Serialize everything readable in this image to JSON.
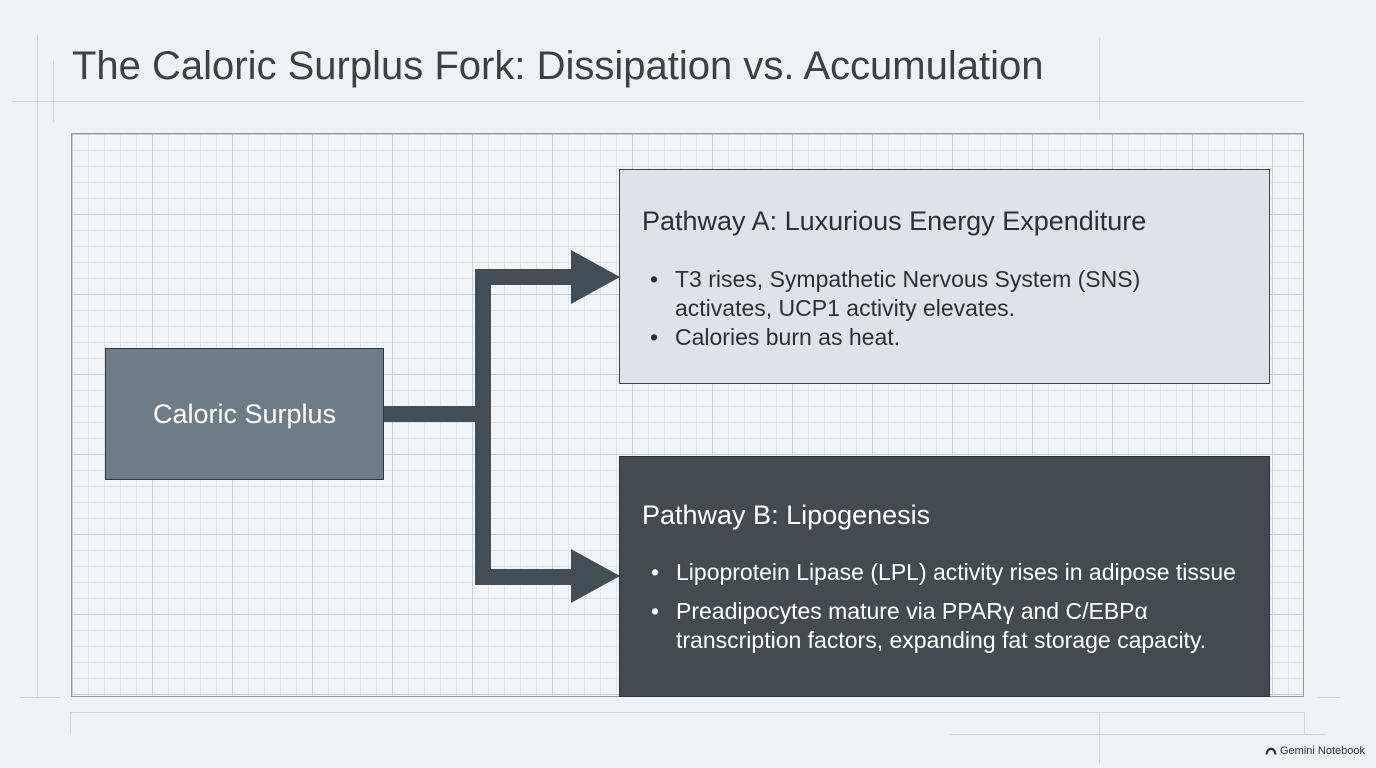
{
  "slide": {
    "title": "The Caloric Surplus Fork: Dissipation vs. Accumulation"
  },
  "diagram": {
    "source": {
      "label": "Caloric Surplus"
    },
    "pathway_a": {
      "title": "Pathway A: Luxurious Energy Expenditure",
      "bullets": [
        "T3 rises, Sympathetic Nervous System (SNS)\nactivates, UCP1 activity elevates.",
        "Calories burn as heat."
      ]
    },
    "pathway_b": {
      "title": "Pathway B: Lipogenesis",
      "bullets": [
        "Lipoprotein Lipase (LPL) activity rises in adipose tissue",
        "Preadipocytes mature via PPARγ and C/EBPα\ntranscription factors, expanding fat storage capacity."
      ]
    },
    "colors": {
      "arrow": "#444c54",
      "source_fill": "#6e7c88",
      "pathway_a_fill": "#dfe3e7",
      "pathway_b_fill": "#434a50"
    }
  },
  "branding": {
    "watermark": "Gemini Notebook",
    "icon": "gemini-logo-icon"
  }
}
